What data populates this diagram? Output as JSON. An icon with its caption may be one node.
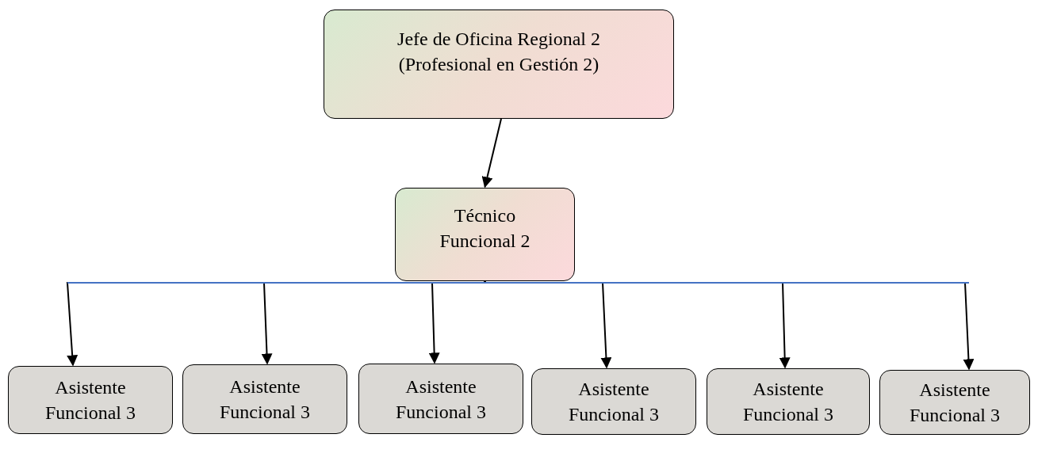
{
  "diagram": {
    "nodes": [
      {
        "text": [
          "Jefe de Oficina Regional 2 (Profesional en Gestión 2)"
        ]
      },
      {
        "text": [
          "Técnico Funcional 2"
        ]
      },
      {
        "text": [
          "Asistente Funcional 3"
        ]
      },
      {
        "text": [
          "Asistente Funcional 3"
        ]
      },
      {
        "text": [
          "Asistente Funcional 3"
        ]
      },
      {
        "text": [
          "Asistente Funcional 3"
        ]
      },
      {
        "text": [
          "Asistente Funcional 3"
        ]
      },
      {
        "text": [
          "Asistente Funcional 3"
        ]
      }
    ],
    "edges": [
      {
        "from": 0,
        "to": 1,
        "arrow": "to"
      },
      {
        "from": 1,
        "to": 2,
        "arrow": "to"
      },
      {
        "from": 1,
        "to": 3,
        "arrow": "to"
      },
      {
        "from": 1,
        "to": 4,
        "arrow": "to"
      },
      {
        "from": 1,
        "to": 5,
        "arrow": "to"
      },
      {
        "from": 1,
        "to": 6,
        "arrow": "to"
      },
      {
        "from": 1,
        "to": 7,
        "arrow": "to"
      }
    ]
  }
}
